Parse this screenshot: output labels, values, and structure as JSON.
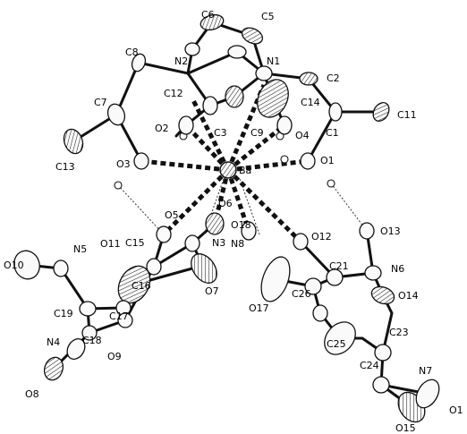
{
  "figure": {
    "metal": "Ba",
    "atoms": [
      {
        "id": "N1",
        "label": "N1"
      },
      {
        "id": "N2",
        "label": "N2"
      },
      {
        "id": "C5",
        "label": "C5"
      },
      {
        "id": "C6",
        "label": "C6"
      },
      {
        "id": "C8",
        "label": "C8"
      },
      {
        "id": "C2",
        "label": "C2"
      },
      {
        "id": "C7",
        "label": "C7"
      },
      {
        "id": "C1",
        "label": "C1"
      },
      {
        "id": "C11",
        "label": "C11"
      },
      {
        "id": "C12",
        "label": "C12"
      },
      {
        "id": "C14",
        "label": "C14"
      },
      {
        "id": "C3",
        "label": "C3"
      },
      {
        "id": "C9",
        "label": "C9"
      },
      {
        "id": "C13",
        "label": "C13"
      },
      {
        "id": "O2",
        "label": "O2"
      },
      {
        "id": "O4",
        "label": "O4"
      },
      {
        "id": "O3",
        "label": "O3"
      },
      {
        "id": "O1",
        "label": "O1"
      },
      {
        "id": "O5",
        "label": "O5"
      },
      {
        "id": "O6",
        "label": "O6"
      },
      {
        "id": "N3",
        "label": "N3"
      },
      {
        "id": "O18",
        "label": "O18"
      },
      {
        "id": "O12",
        "label": "O12"
      },
      {
        "id": "O13",
        "label": "O13"
      },
      {
        "id": "O10",
        "label": "O10"
      },
      {
        "id": "N5",
        "label": "N5"
      },
      {
        "id": "O11",
        "label": "O11"
      },
      {
        "id": "C15",
        "label": "C15"
      },
      {
        "id": "C16",
        "label": "C16"
      },
      {
        "id": "O7",
        "label": "O7"
      },
      {
        "id": "N8",
        "label": "N8"
      },
      {
        "id": "C21",
        "label": "C21"
      },
      {
        "id": "N6",
        "label": "N6"
      },
      {
        "id": "O14",
        "label": "O14"
      },
      {
        "id": "C19",
        "label": "C19"
      },
      {
        "id": "C17",
        "label": "C17"
      },
      {
        "id": "O17",
        "label": "O17"
      },
      {
        "id": "C26",
        "label": "C26"
      },
      {
        "id": "C18",
        "label": "C18"
      },
      {
        "id": "O9",
        "label": "O9"
      },
      {
        "id": "N4",
        "label": "N4"
      },
      {
        "id": "C25",
        "label": "C25"
      },
      {
        "id": "C23",
        "label": "C23"
      },
      {
        "id": "C24",
        "label": "C24"
      },
      {
        "id": "N7",
        "label": "N7"
      },
      {
        "id": "O8",
        "label": "O8"
      },
      {
        "id": "O15",
        "label": "O15"
      },
      {
        "id": "O16",
        "label": "O1"
      }
    ]
  }
}
